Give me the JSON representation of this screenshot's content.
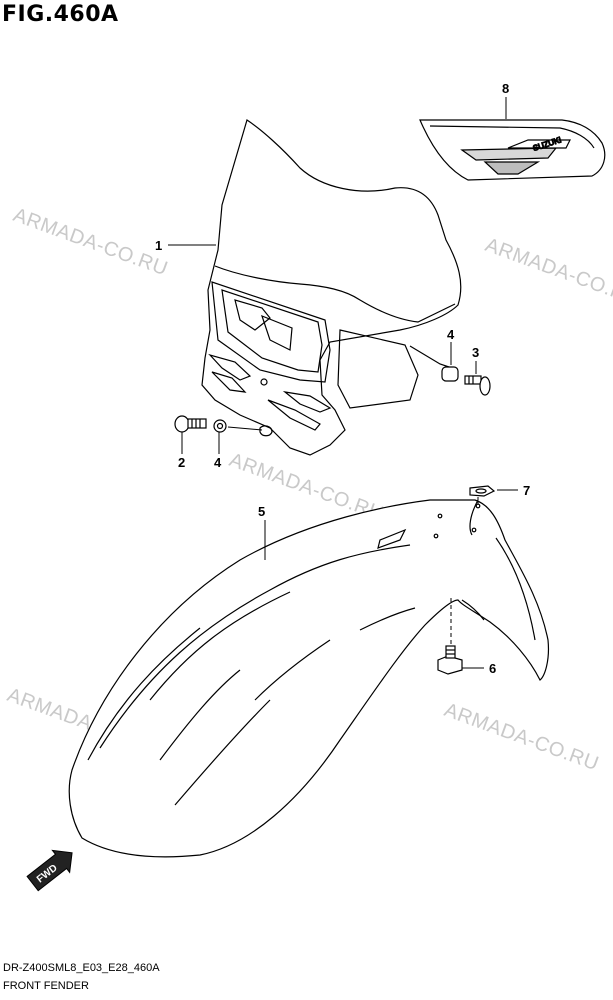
{
  "figure": {
    "title": "FIG.460A"
  },
  "watermark": "ARMADA-CO.RU",
  "callouts": [
    {
      "id": "c1",
      "number": "1"
    },
    {
      "id": "c2",
      "number": "2"
    },
    {
      "id": "c3",
      "number": "3"
    },
    {
      "id": "c4a",
      "number": "4"
    },
    {
      "id": "c4b",
      "number": "4"
    },
    {
      "id": "c5",
      "number": "5"
    },
    {
      "id": "c6",
      "number": "6"
    },
    {
      "id": "c7",
      "number": "7"
    },
    {
      "id": "c8",
      "number": "8"
    }
  ],
  "decal": {
    "brand": "SUZUKI"
  },
  "direction": {
    "label": "FWD"
  },
  "footer": {
    "code": "DR-Z400SML8_E03_E28_460A",
    "name": "FRONT FENDER"
  }
}
